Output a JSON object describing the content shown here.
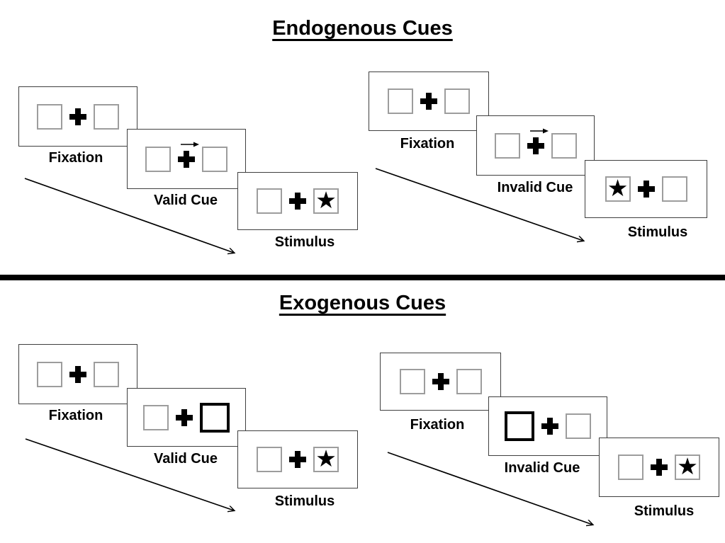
{
  "slide": {
    "kind": "attention-cueing-paradigm-diagram"
  },
  "colors": {
    "background": "#ffffff",
    "ink": "#000000",
    "panel_border": "#3f3f3f",
    "square_border": "#9d9d9d"
  },
  "icons": {
    "star_glyph": "★",
    "fixation_cross": "plus-cross",
    "cue_arrow": "right-arrow",
    "timeline_arrow": "diagonal-arrow-down-right"
  },
  "sections": [
    {
      "title": "Endogenous Cues",
      "trials": [
        {
          "name": "valid-trial",
          "frames": [
            {
              "label": "Fixation",
              "cue": "none",
              "star": "none"
            },
            {
              "label": "Valid Cue",
              "cue": "central-arrow-pointing-right",
              "star": "none"
            },
            {
              "label": "Stimulus",
              "cue": "none",
              "star": "right-box"
            }
          ]
        },
        {
          "name": "invalid-trial",
          "frames": [
            {
              "label": "Fixation",
              "cue": "none",
              "star": "none"
            },
            {
              "label": "Invalid Cue",
              "cue": "central-arrow-pointing-right",
              "star": "none"
            },
            {
              "label": "Stimulus",
              "cue": "none",
              "star": "left-box"
            }
          ]
        }
      ]
    },
    {
      "title": "Exogenous Cues",
      "trials": [
        {
          "name": "valid-trial",
          "frames": [
            {
              "label": "Fixation",
              "cue": "none",
              "star": "none"
            },
            {
              "label": "Valid Cue",
              "cue": "right-box-highlighted",
              "star": "none"
            },
            {
              "label": "Stimulus",
              "cue": "none",
              "star": "right-box"
            }
          ]
        },
        {
          "name": "invalid-trial",
          "frames": [
            {
              "label": "Fixation",
              "cue": "none",
              "star": "none"
            },
            {
              "label": "Invalid Cue",
              "cue": "left-box-highlighted",
              "star": "none"
            },
            {
              "label": "Stimulus",
              "cue": "none",
              "star": "right-box"
            }
          ]
        }
      ]
    }
  ]
}
